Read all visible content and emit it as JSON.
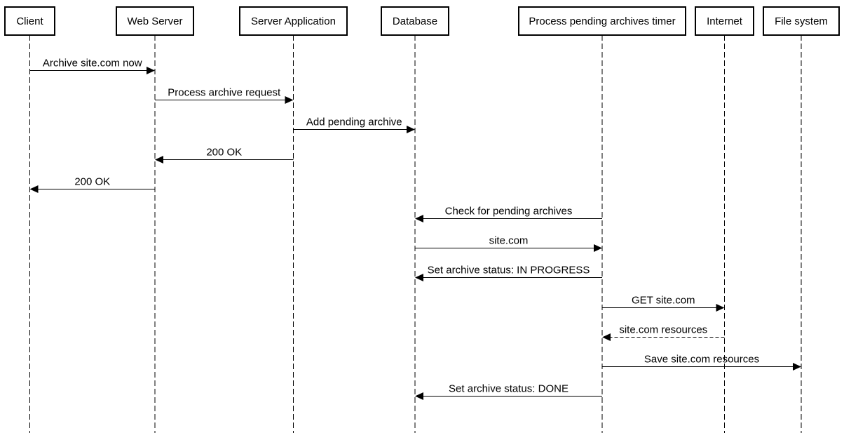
{
  "colors": {
    "line": "#000000",
    "background": "#ffffff"
  },
  "actors": [
    {
      "id": "client",
      "label": "Client"
    },
    {
      "id": "web",
      "label": "Web Server"
    },
    {
      "id": "app",
      "label": "Server Application"
    },
    {
      "id": "db",
      "label": "Database"
    },
    {
      "id": "timer",
      "label": "Process pending archives timer"
    },
    {
      "id": "internet",
      "label": "Internet"
    },
    {
      "id": "fs",
      "label": "File system"
    }
  ],
  "messages": [
    {
      "from": "client",
      "to": "web",
      "label": "Archive site.com now",
      "style": "solid"
    },
    {
      "from": "web",
      "to": "app",
      "label": "Process archive request",
      "style": "solid"
    },
    {
      "from": "app",
      "to": "db",
      "label": "Add pending archive",
      "style": "solid"
    },
    {
      "from": "app",
      "to": "web",
      "label": "200 OK",
      "style": "solid"
    },
    {
      "from": "web",
      "to": "client",
      "label": "200 OK",
      "style": "solid"
    },
    {
      "from": "timer",
      "to": "db",
      "label": "Check for pending archives",
      "style": "solid"
    },
    {
      "from": "db",
      "to": "timer",
      "label": "site.com",
      "style": "solid"
    },
    {
      "from": "timer",
      "to": "db",
      "label": "Set archive status: IN PROGRESS",
      "style": "solid"
    },
    {
      "from": "timer",
      "to": "internet",
      "label": "GET site.com",
      "style": "solid"
    },
    {
      "from": "internet",
      "to": "timer",
      "label": "site.com resources",
      "style": "dashed"
    },
    {
      "from": "timer",
      "to": "fs",
      "label": "Save site.com resources",
      "style": "solid"
    },
    {
      "from": "timer",
      "to": "db",
      "label": "Set archive status: DONE",
      "style": "solid"
    }
  ]
}
